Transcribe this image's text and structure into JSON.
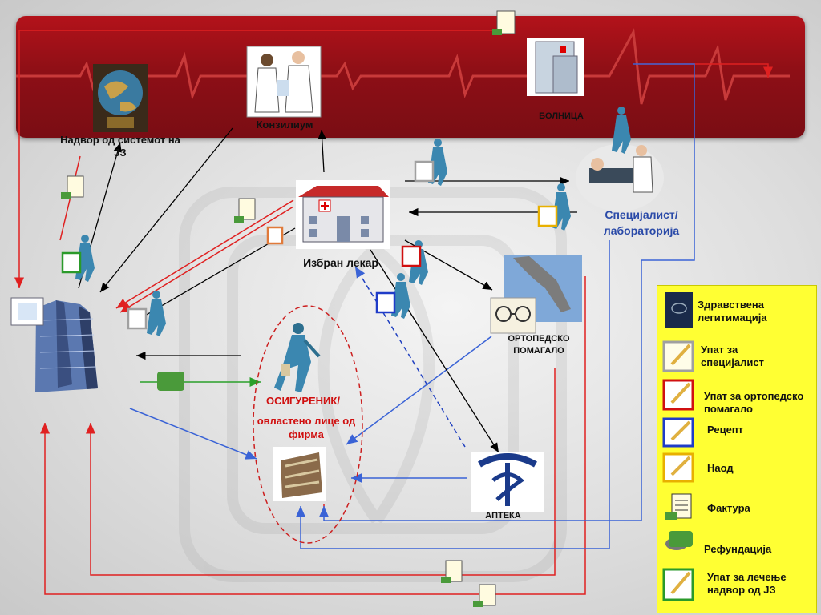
{
  "nodes": {
    "supervision": "Надвор од системот на ЈЗ",
    "konzilium": "Конзилиум",
    "bolnica": "БОЛНИЦА",
    "specijalist": "Специјалист/ лабораторија",
    "izbran": "Избран лекар",
    "ortopedsko": "ОРТОПЕДСКО ПОМАГАЛО",
    "osigurenik_1": "ОСИГУРЕНИК/",
    "osigurenik_2": "овластено лице од фирма",
    "apteka": "АПТЕКА"
  },
  "legend": {
    "items": [
      {
        "label": "Здравствена легитимација",
        "icon": "health-card-icon"
      },
      {
        "label": "Упат за специјалист",
        "icon": "referral-specialist-icon",
        "color": "#a0a0a0"
      },
      {
        "label": "Упат за ортопедско помагало",
        "icon": "referral-orthopedic-icon",
        "color": "#d01010"
      },
      {
        "label": "Рецепт",
        "icon": "prescription-icon",
        "color": "#1f3cc8"
      },
      {
        "label": "Наод",
        "icon": "finding-icon",
        "color": "#e8b000"
      },
      {
        "label": "Фактура",
        "icon": "invoice-icon"
      },
      {
        "label": "Рефундација",
        "icon": "refund-icon"
      },
      {
        "label": "Упат за лечење надвор од ЈЗ",
        "icon": "referral-abroad-icon",
        "color": "#2a9a2a"
      }
    ]
  },
  "colors": {
    "band": "#8e0f16",
    "flow_black": "#000000",
    "flow_red": "#e02020",
    "flow_blue": "#3a63d6",
    "flow_green": "#2aa02a",
    "legend_bg": "#ffff33"
  }
}
